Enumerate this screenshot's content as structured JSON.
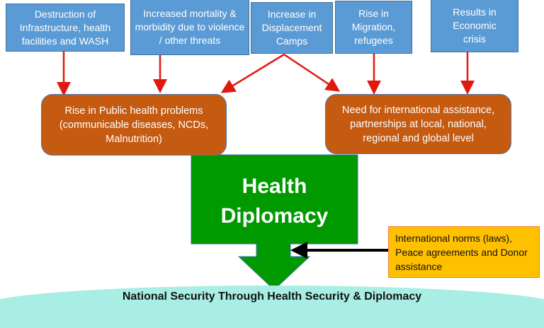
{
  "causes": [
    "Destruction of Infrastructure, health facilities and WASH",
    "Increased mortality & morbidity due to violence / other threats",
    "Increase in Displacement Camps",
    "Rise in Migration, refugees",
    "Results in Economic crisis"
  ],
  "effects": [
    "Rise in Public health problems (communicable diseases, NCDs, Malnutrition)",
    "Need for international assistance, partnerships at local, national, regional and global level"
  ],
  "center": {
    "line1": "Health",
    "line2": "Diplomacy"
  },
  "input_box": "International norms (laws), Peace agreements and Donor assistance",
  "outcome": "National Security Through Health Security & Diplomacy",
  "colors": {
    "cause": "#5b9bd5",
    "effect": "#c55a11",
    "center": "#009a00",
    "input": "#ffc000",
    "outcome": "#a8eee4",
    "arrow": "#e0190f"
  }
}
